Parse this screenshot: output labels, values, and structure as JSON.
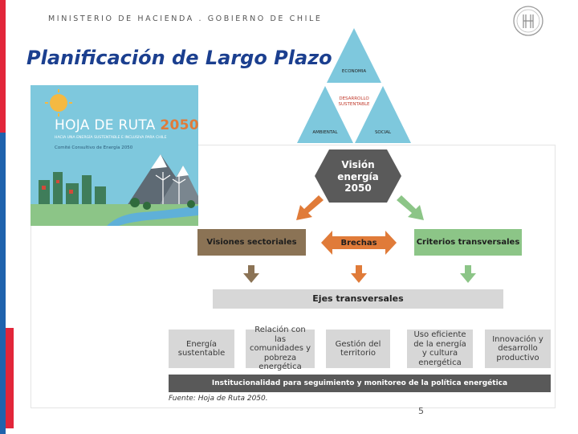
{
  "header": {
    "ministry": "MINISTERIO DE HACIENDA . GOBIERNO DE CHILE",
    "title": "Planificación de Largo Plazo"
  },
  "triangle": {
    "top": "ECONOMIA",
    "center": "DESARROLLO SUSTENTABLE",
    "left": "AMBIENTAL",
    "right": "SOCIAL"
  },
  "cover": {
    "title_prefix": "HOJA DE RUTA ",
    "title_year": "2050",
    "subtitle": "HACIA UNA ENERGÍA SUSTENTABLE E INCLUSIVA PARA CHILE",
    "committee": "Comité Consultivo de Energía 2050"
  },
  "diagram": {
    "vision": "Visión energía 2050",
    "sectoral": "Visiones sectoriales",
    "gaps": "Brechas",
    "criteria": "Criterios transversales",
    "axes": "Ejes transversales",
    "pillars": [
      "Energía sustentable",
      "Relación con las comunidades y pobreza energética",
      "Gestión del territorio",
      "Uso eficiente de la energía y cultura energética",
      "Innovación y desarrollo productivo"
    ],
    "institutional": "Institucionalidad para seguimiento y monitoreo de la política energética",
    "source": "Fuente: Hoja de Ruta 2050."
  },
  "page_number": "5",
  "colors": {
    "accent_red": "#e2263a",
    "accent_blue": "#1f63ad",
    "title_blue": "#1b3f8f",
    "sky": "#7ec8dd",
    "hexagon": "#5a5a5a",
    "brown": "#8b7355",
    "orange": "#e07b39",
    "green": "#8cc587",
    "gray_box": "#d7d7d7",
    "dark_bar": "#595959"
  }
}
